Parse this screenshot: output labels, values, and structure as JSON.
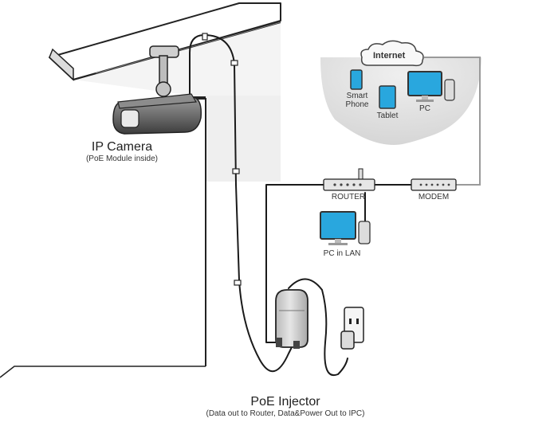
{
  "camera": {
    "title": "IP Camera",
    "subtitle": "(PoE Module inside)"
  },
  "injector": {
    "title": "PoE Injector",
    "subtitle": "(Data out to Router, Data&Power Out to IPC)"
  },
  "cloud": {
    "label": "Internet"
  },
  "devices": {
    "smartphone": {
      "label_line1": "Smart",
      "label_line2": "Phone"
    },
    "tablet": {
      "label": "Tablet"
    },
    "pc": {
      "label": "PC"
    },
    "pc_lan": {
      "label": "PC in LAN"
    }
  },
  "network": {
    "router_label": "ROUTER",
    "modem_label": "MODEM"
  },
  "colors": {
    "screen": "#29a7de",
    "line": "#1a1a1a",
    "grey_line": "#9a9a9a"
  }
}
